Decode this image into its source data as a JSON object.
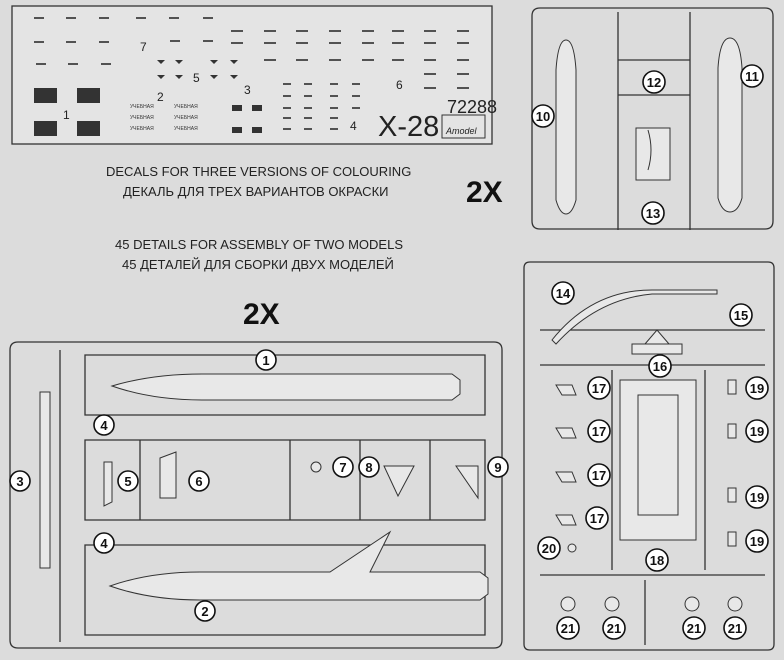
{
  "decal_sheet": {
    "kit_number": "72288",
    "model_name": "X-28",
    "brand_logo": "Amodel",
    "decal_numbers": [
      "1",
      "2",
      "3",
      "4",
      "5",
      "6",
      "7"
    ],
    "training_marking": "УЧЕБНАЯ"
  },
  "captions": {
    "decals_en": "DECALS FOR THREE VERSIONS OF COLOURING",
    "decals_ru": "ДЕКАЛЬ ДЛЯ ТРЕХ ВАРИАНТОВ ОКРАСКИ",
    "details_en": "45 DETAILS FOR ASSEMBLY OF TWO MODELS",
    "details_ru": "45 ДЕТАЛЕЙ ДЛЯ СБОРКИ ДВУХ МОДЕЛЕЙ",
    "multiplier_top": "2X",
    "multiplier_bottom": "2X"
  },
  "parts": [
    "1",
    "2",
    "3",
    "4",
    "5",
    "6",
    "7",
    "8",
    "9",
    "10",
    "11",
    "12",
    "13",
    "14",
    "15",
    "16",
    "17",
    "18",
    "19",
    "20",
    "21"
  ]
}
